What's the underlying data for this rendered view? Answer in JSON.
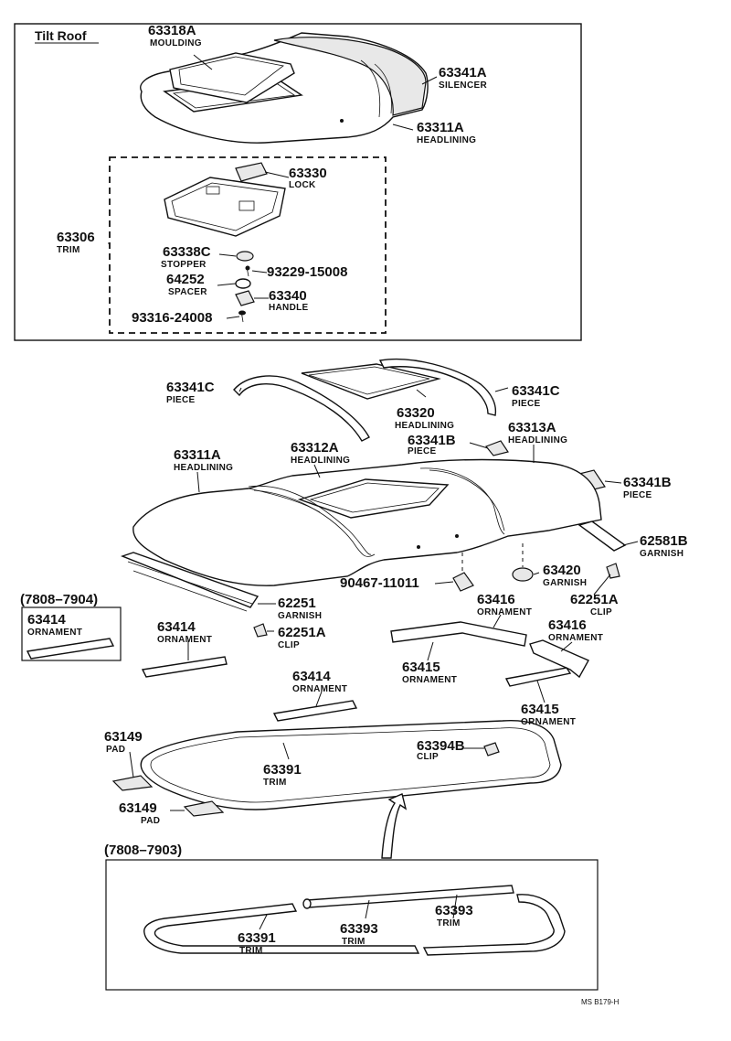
{
  "section_title": "Tilt Roof",
  "tilt_roof_parts": [
    {
      "number": "63318A",
      "name": "MOULDING"
    },
    {
      "number": "63341A",
      "name": "SILENCER"
    },
    {
      "number": "63311A",
      "name": "HEADLINING"
    },
    {
      "number": "63306",
      "name": "TRIM"
    },
    {
      "number": "63330",
      "name": "LOCK"
    },
    {
      "number": "63338C",
      "name": "STOPPER"
    },
    {
      "number": "93229-15008",
      "name": ""
    },
    {
      "number": "64252",
      "name": "SPACER"
    },
    {
      "number": "63340",
      "name": "HANDLE"
    },
    {
      "number": "93316-24008",
      "name": ""
    }
  ],
  "roof_parts": [
    {
      "number": "63341C",
      "name": "PIECE"
    },
    {
      "number": "63341C",
      "name": "PIECE"
    },
    {
      "number": "63320",
      "name": "HEADLINING"
    },
    {
      "number": "63311A",
      "name": "HEADLINING"
    },
    {
      "number": "63312A",
      "name": "HEADLINING"
    },
    {
      "number": "63341B",
      "name": "PIECE"
    },
    {
      "number": "63313A",
      "name": "HEADLINING"
    },
    {
      "number": "63341B",
      "name": "PIECE"
    },
    {
      "number": "62581B",
      "name": "GARNISH"
    },
    {
      "number": "90467-11011",
      "name": ""
    },
    {
      "number": "63420",
      "name": "GARNISH"
    },
    {
      "number": "62251A",
      "name": "CLIP"
    },
    {
      "number": "62251",
      "name": "GARNISH"
    },
    {
      "number": "62251A",
      "name": "CLIP"
    },
    {
      "number": "63414",
      "name": "ORNAMENT"
    },
    {
      "number": "63414",
      "name": "ORNAMENT"
    },
    {
      "number": "63416",
      "name": "ORNAMENT"
    },
    {
      "number": "63416",
      "name": "ORNAMENT"
    },
    {
      "number": "63415",
      "name": "ORNAMENT"
    },
    {
      "number": "63415",
      "name": "ORNAMENT"
    },
    {
      "number": "63149",
      "name": "PAD"
    },
    {
      "number": "63149",
      "name": "PAD"
    },
    {
      "number": "63391",
      "name": "TRIM"
    },
    {
      "number": "63394B",
      "name": "CLIP"
    }
  ],
  "inset_7808_7904": {
    "range": "(7808–7904)",
    "part": {
      "number": "63414",
      "name": "ORNAMENT"
    }
  },
  "inset_7808_7903": {
    "range": "(7808–7903)",
    "parts": [
      {
        "number": "63391",
        "name": "TRIM"
      },
      {
        "number": "63393",
        "name": "TRIM"
      },
      {
        "number": "63393",
        "name": "TRIM"
      }
    ]
  },
  "diagram_code": "MS B179-H"
}
